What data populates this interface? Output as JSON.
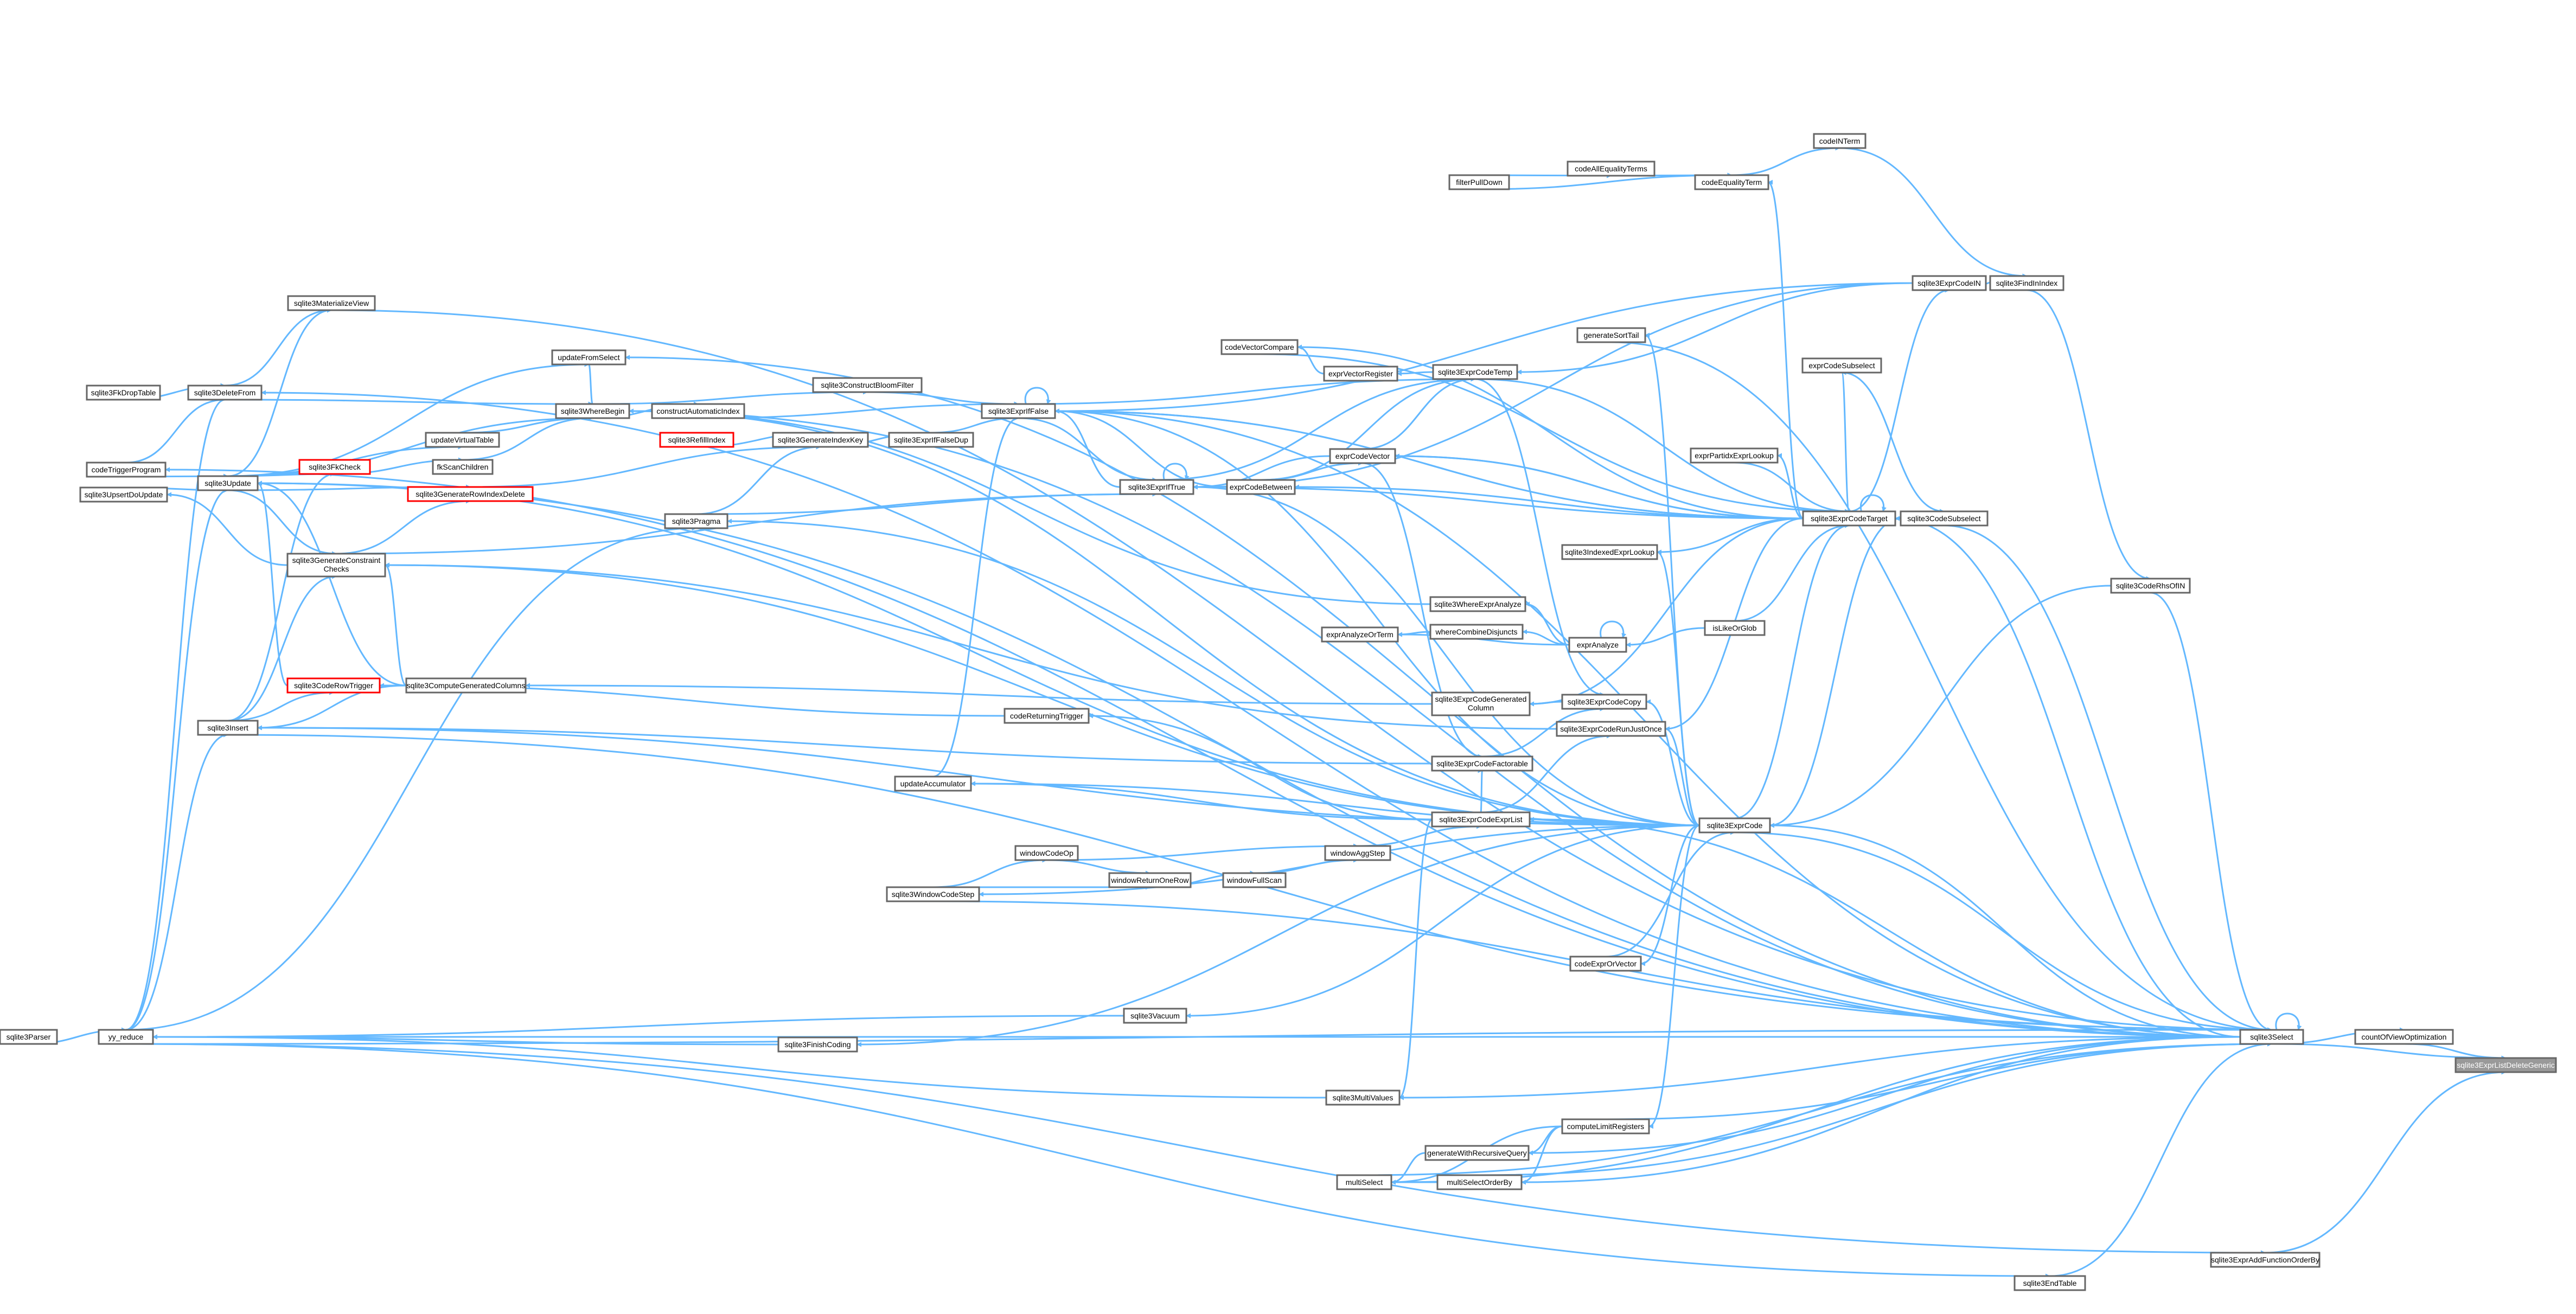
{
  "colors": {
    "edge": "#63B8FF",
    "node_border": "#666666",
    "node_border_truncated": "#ff0000",
    "focus_fill": "#999999",
    "background": "#ffffff"
  },
  "nodes": [
    {
      "id": "sqlite3ExprListDeleteGeneric",
      "label": "sqlite3ExprListDeleteGeneric",
      "focus": true
    },
    {
      "id": "countOfViewOptimization",
      "label": "countOfViewOptimization"
    },
    {
      "id": "sqlite3Select",
      "label": "sqlite3Select"
    },
    {
      "id": "sqlite3ExprAddFunctionOrderBy",
      "label": "sqlite3ExprAddFunctionOrderBy"
    },
    {
      "id": "sqlite3EndTable",
      "label": "sqlite3EndTable"
    },
    {
      "id": "sqlite3CodeRhsOfIN",
      "label": "sqlite3CodeRhsOfIN"
    },
    {
      "id": "sqlite3FindInIndex",
      "label": "sqlite3FindInIndex"
    },
    {
      "id": "sqlite3ExprCodeIN",
      "label": "sqlite3ExprCodeIN"
    },
    {
      "id": "codeINTerm",
      "label": "codeINTerm"
    },
    {
      "id": "codeEqualityTerm",
      "label": "codeEqualityTerm"
    },
    {
      "id": "codeAllEqualityTerms",
      "label": "codeAllEqualityTerms"
    },
    {
      "id": "filterPullDown",
      "label": "filterPullDown"
    },
    {
      "id": "generateSortTail",
      "label": "generateSortTail"
    },
    {
      "id": "exprCodeSubselect",
      "label": "exprCodeSubselect"
    },
    {
      "id": "sqlite3CodeSubselect",
      "label": "sqlite3CodeSubselect"
    },
    {
      "id": "sqlite3ExprCodeTarget",
      "label": "sqlite3ExprCodeTarget"
    },
    {
      "id": "exprPartidxExprLookup",
      "label": "exprPartidxExprLookup"
    },
    {
      "id": "sqlite3IndexedExprLookup",
      "label": "sqlite3IndexedExprLookup"
    },
    {
      "id": "isLikeOrGlob",
      "label": "isLikeOrGlob"
    },
    {
      "id": "codeVectorCompare",
      "label": "codeVectorCompare"
    },
    {
      "id": "exprVectorRegister",
      "label": "exprVectorRegister"
    },
    {
      "id": "sqlite3ExprCodeTemp",
      "label": "sqlite3ExprCodeTemp"
    },
    {
      "id": "exprCodeVector",
      "label": "exprCodeVector"
    },
    {
      "id": "exprCodeBetween",
      "label": "exprCodeBetween"
    },
    {
      "id": "sqlite3ExprIfFalse",
      "label": "sqlite3ExprIfFalse"
    },
    {
      "id": "sqlite3ExprIfTrue",
      "label": "sqlite3ExprIfTrue"
    },
    {
      "id": "sqlite3ConstructBloomFilter",
      "label": "sqlite3ConstructBloomFilter"
    },
    {
      "id": "sqlite3ExprIfFalseDup",
      "label": "sqlite3ExprIfFalseDup"
    },
    {
      "id": "sqlite3GenerateIndexKey",
      "label": "sqlite3GenerateIndexKey"
    },
    {
      "id": "sqlite3RefillIndex",
      "label": "sqlite3RefillIndex",
      "red": true
    },
    {
      "id": "constructAutomaticIndex",
      "label": "constructAutomaticIndex"
    },
    {
      "id": "sqlite3WhereBegin",
      "label": "sqlite3WhereBegin"
    },
    {
      "id": "updateFromSelect",
      "label": "updateFromSelect"
    },
    {
      "id": "updateVirtualTable",
      "label": "updateVirtualTable"
    },
    {
      "id": "fkScanChildren",
      "label": "fkScanChildren"
    },
    {
      "id": "sqlite3GenerateRowIndexDelete",
      "label": "sqlite3GenerateRowIndexDelete",
      "red": true
    },
    {
      "id": "sqlite3FkCheck",
      "label": "sqlite3FkCheck",
      "red": true
    },
    {
      "id": "sqlite3Pragma",
      "label": "sqlite3Pragma"
    },
    {
      "id": "sqlite3MaterializeView",
      "label": "sqlite3MaterializeView"
    },
    {
      "id": "sqlite3DeleteFrom",
      "label": "sqlite3DeleteFrom"
    },
    {
      "id": "sqlite3FkDropTable",
      "label": "sqlite3FkDropTable"
    },
    {
      "id": "codeTriggerProgram",
      "label": "codeTriggerProgram"
    },
    {
      "id": "sqlite3Update",
      "label": "sqlite3Update"
    },
    {
      "id": "sqlite3UpsertDoUpdate",
      "label": "sqlite3UpsertDoUpdate"
    },
    {
      "id": "sqlite3GenerateConstraintChecks",
      "label": "sqlite3GenerateConstraint\nChecks"
    },
    {
      "id": "sqlite3CodeRowTrigger",
      "label": "sqlite3CodeRowTrigger",
      "red": true
    },
    {
      "id": "sqlite3ComputeGeneratedColumns",
      "label": "sqlite3ComputeGeneratedColumns"
    },
    {
      "id": "sqlite3Insert",
      "label": "sqlite3Insert"
    },
    {
      "id": "sqlite3WhereExprAnalyze",
      "label": "sqlite3WhereExprAnalyze"
    },
    {
      "id": "exprAnalyzeOrTerm",
      "label": "exprAnalyzeOrTerm"
    },
    {
      "id": "whereCombineDisjuncts",
      "label": "whereCombineDisjuncts"
    },
    {
      "id": "exprAnalyze",
      "label": "exprAnalyze"
    },
    {
      "id": "sqlite3ExprCodeGeneratedColumn",
      "label": "sqlite3ExprCodeGenerated\nColumn"
    },
    {
      "id": "sqlite3ExprCodeCopy",
      "label": "sqlite3ExprCodeCopy"
    },
    {
      "id": "sqlite3ExprCodeRunJustOnce",
      "label": "sqlite3ExprCodeRunJustOnce"
    },
    {
      "id": "codeReturningTrigger",
      "label": "codeReturningTrigger"
    },
    {
      "id": "sqlite3ExprCodeFactorable",
      "label": "sqlite3ExprCodeFactorable"
    },
    {
      "id": "updateAccumulator",
      "label": "updateAccumulator"
    },
    {
      "id": "sqlite3ExprCodeExprList",
      "label": "sqlite3ExprCodeExprList"
    },
    {
      "id": "sqlite3ExprCode",
      "label": "sqlite3ExprCode"
    },
    {
      "id": "windowAggStep",
      "label": "windowAggStep"
    },
    {
      "id": "windowCodeOp",
      "label": "windowCodeOp"
    },
    {
      "id": "windowReturnOneRow",
      "label": "windowReturnOneRow"
    },
    {
      "id": "windowFullScan",
      "label": "windowFullScan"
    },
    {
      "id": "sqlite3WindowCodeStep",
      "label": "sqlite3WindowCodeStep"
    },
    {
      "id": "codeExprOrVector",
      "label": "codeExprOrVector"
    },
    {
      "id": "sqlite3Vacuum",
      "label": "sqlite3Vacuum"
    },
    {
      "id": "sqlite3FinishCoding",
      "label": "sqlite3FinishCoding"
    },
    {
      "id": "sqlite3MultiValues",
      "label": "sqlite3MultiValues"
    },
    {
      "id": "computeLimitRegisters",
      "label": "computeLimitRegisters"
    },
    {
      "id": "generateWithRecursiveQuery",
      "label": "generateWithRecursiveQuery"
    },
    {
      "id": "multiSelect",
      "label": "multiSelect"
    },
    {
      "id": "multiSelectOrderBy",
      "label": "multiSelectOrderBy"
    },
    {
      "id": "yy_reduce",
      "label": "yy_reduce"
    },
    {
      "id": "sqlite3Parser",
      "label": "sqlite3Parser"
    }
  ],
  "edges": [
    [
      "countOfViewOptimization",
      "sqlite3ExprListDeleteGeneric"
    ],
    [
      "sqlite3Select",
      "sqlite3ExprListDeleteGeneric"
    ],
    [
      "sqlite3ExprAddFunctionOrderBy",
      "sqlite3ExprListDeleteGeneric"
    ],
    [
      "sqlite3Select",
      "countOfViewOptimization"
    ],
    [
      "sqlite3Select",
      "sqlite3Select"
    ],
    [
      "sqlite3EndTable",
      "sqlite3Select"
    ],
    [
      "yy_reduce",
      "sqlite3ExprAddFunctionOrderBy"
    ],
    [
      "yy_reduce",
      "sqlite3EndTable"
    ],
    [
      "sqlite3CodeRhsOfIN",
      "sqlite3Select"
    ],
    [
      "sqlite3CodeSubselect",
      "sqlite3Select"
    ],
    [
      "sqlite3ExprCode",
      "sqlite3Select"
    ],
    [
      "sqlite3FindInIndex",
      "sqlite3CodeRhsOfIN"
    ],
    [
      "sqlite3ExprCodeIN",
      "sqlite3FindInIndex"
    ],
    [
      "codeINTerm",
      "sqlite3FindInIndex"
    ],
    [
      "codeEqualityTerm",
      "codeINTerm"
    ],
    [
      "codeAllEqualityTerms",
      "codeEqualityTerm"
    ],
    [
      "filterPullDown",
      "codeEqualityTerm"
    ],
    [
      "filterPullDown",
      "codeAllEqualityTerms"
    ],
    [
      "sqlite3ExprCodeTarget",
      "sqlite3ExprCodeIN"
    ],
    [
      "sqlite3ExprCodeTarget",
      "codeEqualityTerm"
    ],
    [
      "exprCodeSubselect",
      "sqlite3CodeSubselect"
    ],
    [
      "sqlite3ExprCodeTarget",
      "sqlite3CodeSubselect"
    ],
    [
      "sqlite3ExprCodeTarget",
      "exprCodeSubselect"
    ],
    [
      "exprPartidxExprLookup",
      "sqlite3ExprCodeTarget"
    ],
    [
      "sqlite3ExprCodeTarget",
      "exprPartidxExprLookup"
    ],
    [
      "sqlite3ExprCodeTarget",
      "sqlite3ExprCodeTarget"
    ],
    [
      "sqlite3ExprCodeTarget",
      "sqlite3IndexedExprLookup"
    ],
    [
      "isLikeOrGlob",
      "sqlite3ExprCodeTarget"
    ],
    [
      "sqlite3ExprCodeTemp",
      "sqlite3ExprCodeTarget"
    ],
    [
      "sqlite3ExprCode",
      "sqlite3ExprCodeTarget"
    ],
    [
      "sqlite3ExprCodeTarget",
      "exprCodeVector"
    ],
    [
      "sqlite3ExprCodeTarget",
      "exprCodeBetween"
    ],
    [
      "sqlite3ExprCodeTarget",
      "sqlite3ExprIfFalse"
    ],
    [
      "sqlite3ExprCodeTarget",
      "sqlite3ExprIfTrue"
    ],
    [
      "generateSortTail",
      "sqlite3Select"
    ],
    [
      "sqlite3ExprCode",
      "generateSortTail"
    ],
    [
      "exprVectorRegister",
      "codeVectorCompare"
    ],
    [
      "sqlite3ExprCodeTemp",
      "exprVectorRegister"
    ],
    [
      "codeVectorCompare",
      "sqlite3ExprCodeTarget"
    ],
    [
      "exprCodeVector",
      "sqlite3ExprCodeTemp"
    ],
    [
      "exprCodeBetween",
      "sqlite3ExprCodeTemp"
    ],
    [
      "sqlite3ExprIfFalse",
      "sqlite3ExprCodeTemp"
    ],
    [
      "sqlite3ExprIfTrue",
      "sqlite3ExprCodeTemp"
    ],
    [
      "sqlite3ExprCodeTarget",
      "codeVectorCompare"
    ],
    [
      "exprCodeBetween",
      "exprCodeVector"
    ],
    [
      "exprCodeBetween",
      "sqlite3ExprIfTrue"
    ],
    [
      "exprCodeBetween",
      "sqlite3ExprIfFalse"
    ],
    [
      "sqlite3ExprIfTrue",
      "sqlite3ExprIfFalse"
    ],
    [
      "sqlite3ExprIfFalse",
      "sqlite3ExprIfTrue"
    ],
    [
      "sqlite3ExprIfTrue",
      "sqlite3ExprIfTrue"
    ],
    [
      "sqlite3ExprIfFalse",
      "sqlite3ExprIfFalse"
    ],
    [
      "sqlite3ConstructBloomFilter",
      "sqlite3ExprIfFalse"
    ],
    [
      "sqlite3ExprIfFalseDup",
      "sqlite3ExprIfFalse"
    ],
    [
      "sqlite3GenerateIndexKey",
      "sqlite3ExprIfFalseDup"
    ],
    [
      "sqlite3RefillIndex",
      "sqlite3GenerateIndexKey"
    ],
    [
      "constructAutomaticIndex",
      "sqlite3ExprIfFalse"
    ],
    [
      "sqlite3WhereBegin",
      "constructAutomaticIndex"
    ],
    [
      "sqlite3WhereBegin",
      "sqlite3ConstructBloomFilter"
    ],
    [
      "updateFromSelect",
      "sqlite3WhereBegin"
    ],
    [
      "updateVirtualTable",
      "sqlite3WhereBegin"
    ],
    [
      "fkScanChildren",
      "sqlite3WhereBegin"
    ],
    [
      "sqlite3GenerateRowIndexDelete",
      "sqlite3GenerateIndexKey"
    ],
    [
      "sqlite3FkCheck",
      "fkScanChildren"
    ],
    [
      "sqlite3Pragma",
      "sqlite3GenerateIndexKey"
    ],
    [
      "sqlite3Pragma",
      "sqlite3ExprIfTrue"
    ],
    [
      "sqlite3MaterializeView",
      "sqlite3Select"
    ],
    [
      "sqlite3DeleteFrom",
      "sqlite3WhereBegin"
    ],
    [
      "sqlite3DeleteFrom",
      "sqlite3MaterializeView"
    ],
    [
      "sqlite3FkDropTable",
      "sqlite3DeleteFrom"
    ],
    [
      "codeTriggerProgram",
      "sqlite3DeleteFrom"
    ],
    [
      "codeTriggerProgram",
      "sqlite3Update"
    ],
    [
      "sqlite3Update",
      "sqlite3WhereBegin"
    ],
    [
      "sqlite3Update",
      "updateFromSelect"
    ],
    [
      "sqlite3Update",
      "updateVirtualTable"
    ],
    [
      "sqlite3Update",
      "sqlite3FkCheck"
    ],
    [
      "sqlite3Update",
      "sqlite3GenerateRowIndexDelete"
    ],
    [
      "sqlite3Update",
      "sqlite3MaterializeView"
    ],
    [
      "sqlite3UpsertDoUpdate",
      "sqlite3Update"
    ],
    [
      "sqlite3GenerateConstraintChecks",
      "sqlite3UpsertDoUpdate"
    ],
    [
      "sqlite3GenerateConstraintChecks",
      "sqlite3GenerateRowIndexDelete"
    ],
    [
      "sqlite3Update",
      "sqlite3GenerateConstraintChecks"
    ],
    [
      "sqlite3Insert",
      "sqlite3GenerateConstraintChecks"
    ],
    [
      "sqlite3GenerateConstraintChecks",
      "sqlite3ExprIfTrue"
    ],
    [
      "sqlite3CodeRowTrigger",
      "sqlite3Update"
    ],
    [
      "sqlite3Insert",
      "sqlite3CodeRowTrigger"
    ],
    [
      "sqlite3ComputeGeneratedColumns",
      "sqlite3Update"
    ],
    [
      "sqlite3ComputeGeneratedColumns",
      "sqlite3Insert"
    ],
    [
      "sqlite3ComputeGeneratedColumns",
      "sqlite3GenerateConstraintChecks"
    ],
    [
      "sqlite3Insert",
      "sqlite3FkCheck"
    ],
    [
      "sqlite3Insert",
      "sqlite3Select"
    ],
    [
      "yy_reduce",
      "sqlite3Insert"
    ],
    [
      "yy_reduce",
      "sqlite3Update"
    ],
    [
      "yy_reduce",
      "sqlite3DeleteFrom"
    ],
    [
      "yy_reduce",
      "sqlite3Pragma"
    ],
    [
      "yy_reduce",
      "sqlite3Select"
    ],
    [
      "sqlite3Parser",
      "yy_reduce"
    ],
    [
      "sqlite3WhereExprAnalyze",
      "sqlite3WhereBegin"
    ],
    [
      "exprAnalyze",
      "sqlite3WhereExprAnalyze"
    ],
    [
      "exprAnalyze",
      "whereCombineDisjuncts"
    ],
    [
      "exprAnalyze",
      "exprAnalyze"
    ],
    [
      "exprAnalyze",
      "exprAnalyzeOrTerm"
    ],
    [
      "whereCombineDisjuncts",
      "exprAnalyzeOrTerm"
    ],
    [
      "isLikeOrGlob",
      "exprAnalyze"
    ],
    [
      "sqlite3ExprCodeGeneratedColumn",
      "sqlite3ComputeGeneratedColumns"
    ],
    [
      "sqlite3ExprCodeTarget",
      "sqlite3ExprCodeGeneratedColumn"
    ],
    [
      "sqlite3ExprCodeCopy",
      "sqlite3ExprCodeGeneratedColumn"
    ],
    [
      "sqlite3ExprCodeRunJustOnce",
      "sqlite3GenerateConstraintChecks"
    ],
    [
      "sqlite3ExprCodeTarget",
      "sqlite3ExprCodeRunJustOnce"
    ],
    [
      "codeReturningTrigger",
      "sqlite3CodeRowTrigger"
    ],
    [
      "sqlite3ExprCodeFactorable",
      "sqlite3Insert"
    ],
    [
      "sqlite3ExprCodeFactorable",
      "sqlite3ExprCodeCopy"
    ],
    [
      "sqlite3ExprCodeExprList",
      "updateAccumulator"
    ],
    [
      "sqlite3ExprCodeExprList",
      "codeReturningTrigger"
    ],
    [
      "sqlite3ExprCodeExprList",
      "sqlite3ExprCodeRunJustOnce"
    ],
    [
      "sqlite3ExprCodeExprList",
      "sqlite3ExprCodeFactorable"
    ],
    [
      "sqlite3ExprCode",
      "sqlite3ExprCodeExprList"
    ],
    [
      "sqlite3ExprCode",
      "sqlite3ExprCodeCopy"
    ],
    [
      "sqlite3ExprCode",
      "sqlite3ExprCodeRunJustOnce"
    ],
    [
      "sqlite3ExprCode",
      "sqlite3IndexedExprLookup"
    ],
    [
      "updateAccumulator",
      "sqlite3ExprIfFalse"
    ],
    [
      "sqlite3ExprCode",
      "updateAccumulator"
    ],
    [
      "windowAggStep",
      "sqlite3ExprCodeExprList"
    ],
    [
      "windowFullScan",
      "windowAggStep"
    ],
    [
      "windowReturnOneRow",
      "windowFullScan"
    ],
    [
      "windowCodeOp",
      "windowAggStep"
    ],
    [
      "windowCodeOp",
      "windowReturnOneRow"
    ],
    [
      "sqlite3WindowCodeStep",
      "windowCodeOp"
    ],
    [
      "sqlite3WindowCodeStep",
      "windowReturnOneRow"
    ],
    [
      "sqlite3ExprCode",
      "sqlite3WindowCodeStep"
    ],
    [
      "sqlite3WindowCodeStep",
      "sqlite3Select"
    ],
    [
      "codeExprOrVector",
      "sqlite3ExprCode"
    ],
    [
      "sqlite3ExprCode",
      "codeExprOrVector"
    ],
    [
      "sqlite3Vacuum",
      "yy_reduce"
    ],
    [
      "sqlite3ExprCode",
      "sqlite3Vacuum"
    ],
    [
      "sqlite3FinishCoding",
      "yy_reduce"
    ],
    [
      "sqlite3ExprCode",
      "sqlite3FinishCoding"
    ],
    [
      "sqlite3MultiValues",
      "yy_reduce"
    ],
    [
      "sqlite3Select",
      "sqlite3MultiValues"
    ],
    [
      "sqlite3ExprCodeExprList",
      "sqlite3MultiValues"
    ],
    [
      "computeLimitRegisters",
      "sqlite3Select"
    ],
    [
      "computeLimitRegisters",
      "generateWithRecursiveQuery"
    ],
    [
      "computeLimitRegisters",
      "multiSelect"
    ],
    [
      "computeLimitRegisters",
      "multiSelectOrderBy"
    ],
    [
      "sqlite3ExprCode",
      "computeLimitRegisters"
    ],
    [
      "generateWithRecursiveQuery",
      "multiSelect"
    ],
    [
      "multiSelectOrderBy",
      "multiSelect"
    ],
    [
      "multiSelect",
      "sqlite3Select"
    ],
    [
      "multiSelectOrderBy",
      "sqlite3Select"
    ],
    [
      "sqlite3Select",
      "multiSelect"
    ],
    [
      "sqlite3Select",
      "multiSelectOrderBy"
    ],
    [
      "sqlite3Select",
      "generateWithRecursiveQuery"
    ],
    [
      "sqlite3Select",
      "sqlite3ExprCode"
    ],
    [
      "sqlite3ExprCode",
      "sqlite3Insert"
    ],
    [
      "sqlite3ExprCode",
      "sqlite3Update"
    ],
    [
      "sqlite3ExprCode",
      "sqlite3GenerateConstraintChecks"
    ],
    [
      "sqlite3ExprCode",
      "sqlite3Pragma"
    ],
    [
      "sqlite3ExprCode",
      "sqlite3ExprIfTrue"
    ],
    [
      "sqlite3ExprCode",
      "sqlite3ExprIfFalse"
    ],
    [
      "sqlite3ExprCode",
      "sqlite3WhereBegin"
    ],
    [
      "sqlite3ExprCodeTarget",
      "exprCodeVector"
    ],
    [
      "exprCodeVector",
      "sqlite3ExprCodeFactorable"
    ],
    [
      "exprCodeVector",
      "sqlite3ExprIfTrue"
    ],
    [
      "sqlite3ExprCodeTemp",
      "sqlite3ExprCodeCopy"
    ],
    [
      "sqlite3ExprCodeIN",
      "sqlite3ExprCodeTemp"
    ],
    [
      "sqlite3ExprCodeIN",
      "sqlite3ExprIfTrue"
    ],
    [
      "sqlite3ExprCodeIN",
      "sqlite3ExprIfFalse"
    ],
    [
      "sqlite3ExprCodeTarget",
      "sqlite3ExprIfFalse"
    ],
    [
      "sqlite3CodeSubselect",
      "sqlite3ExprCode"
    ],
    [
      "sqlite3CodeRhsOfIN",
      "sqlite3ExprCode"
    ],
    [
      "sqlite3Select",
      "sqlite3WhereBegin"
    ],
    [
      "sqlite3Select",
      "updateFromSelect"
    ],
    [
      "sqlite3Select",
      "sqlite3ExprIfFalse"
    ],
    [
      "sqlite3Select",
      "sqlite3DeleteFrom"
    ],
    [
      "sqlite3Select",
      "yy_reduce"
    ],
    [
      "sqlite3Select",
      "codeTriggerProgram"
    ],
    [
      "sqlite3Select",
      "sqlite3ExprCodeExprList"
    ],
    [
      "sqlite3Select",
      "sqlite3ExprCodeTarget"
    ],
    [
      "sqlite3Select",
      "sqlite3Update"
    ]
  ]
}
